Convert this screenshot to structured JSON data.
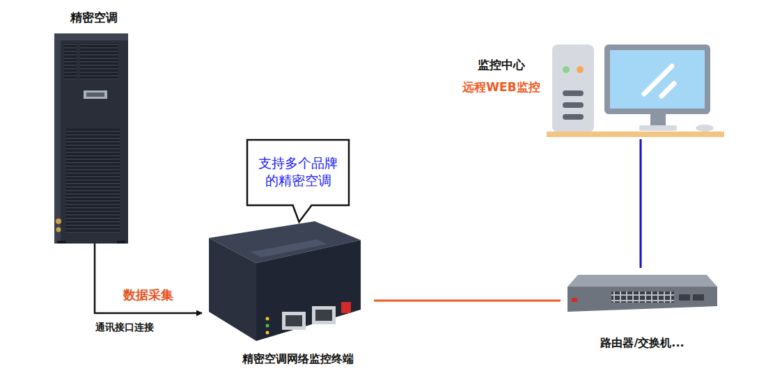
{
  "diagram": {
    "nodes": [
      {
        "text": [
          "精密空调"
        ]
      },
      {
        "text": [
          "监控中心",
          "远程WEB监控"
        ]
      },
      {
        "text": [
          "支持多个品牌 的精密空调"
        ]
      },
      {
        "text": [
          "精密空调网络监控终端"
        ]
      },
      {
        "text": [
          "路由器/交换机..."
        ]
      }
    ],
    "edges": [
      {
        "from": 0,
        "to": 3,
        "label": "数据采集",
        "arrow": "to"
      },
      {
        "from": 3,
        "to": 4,
        "arrow": "none"
      },
      {
        "from": 4,
        "to": 1,
        "arrow": "none"
      }
    ],
    "labels": [
      "通讯接口连接"
    ]
  }
}
